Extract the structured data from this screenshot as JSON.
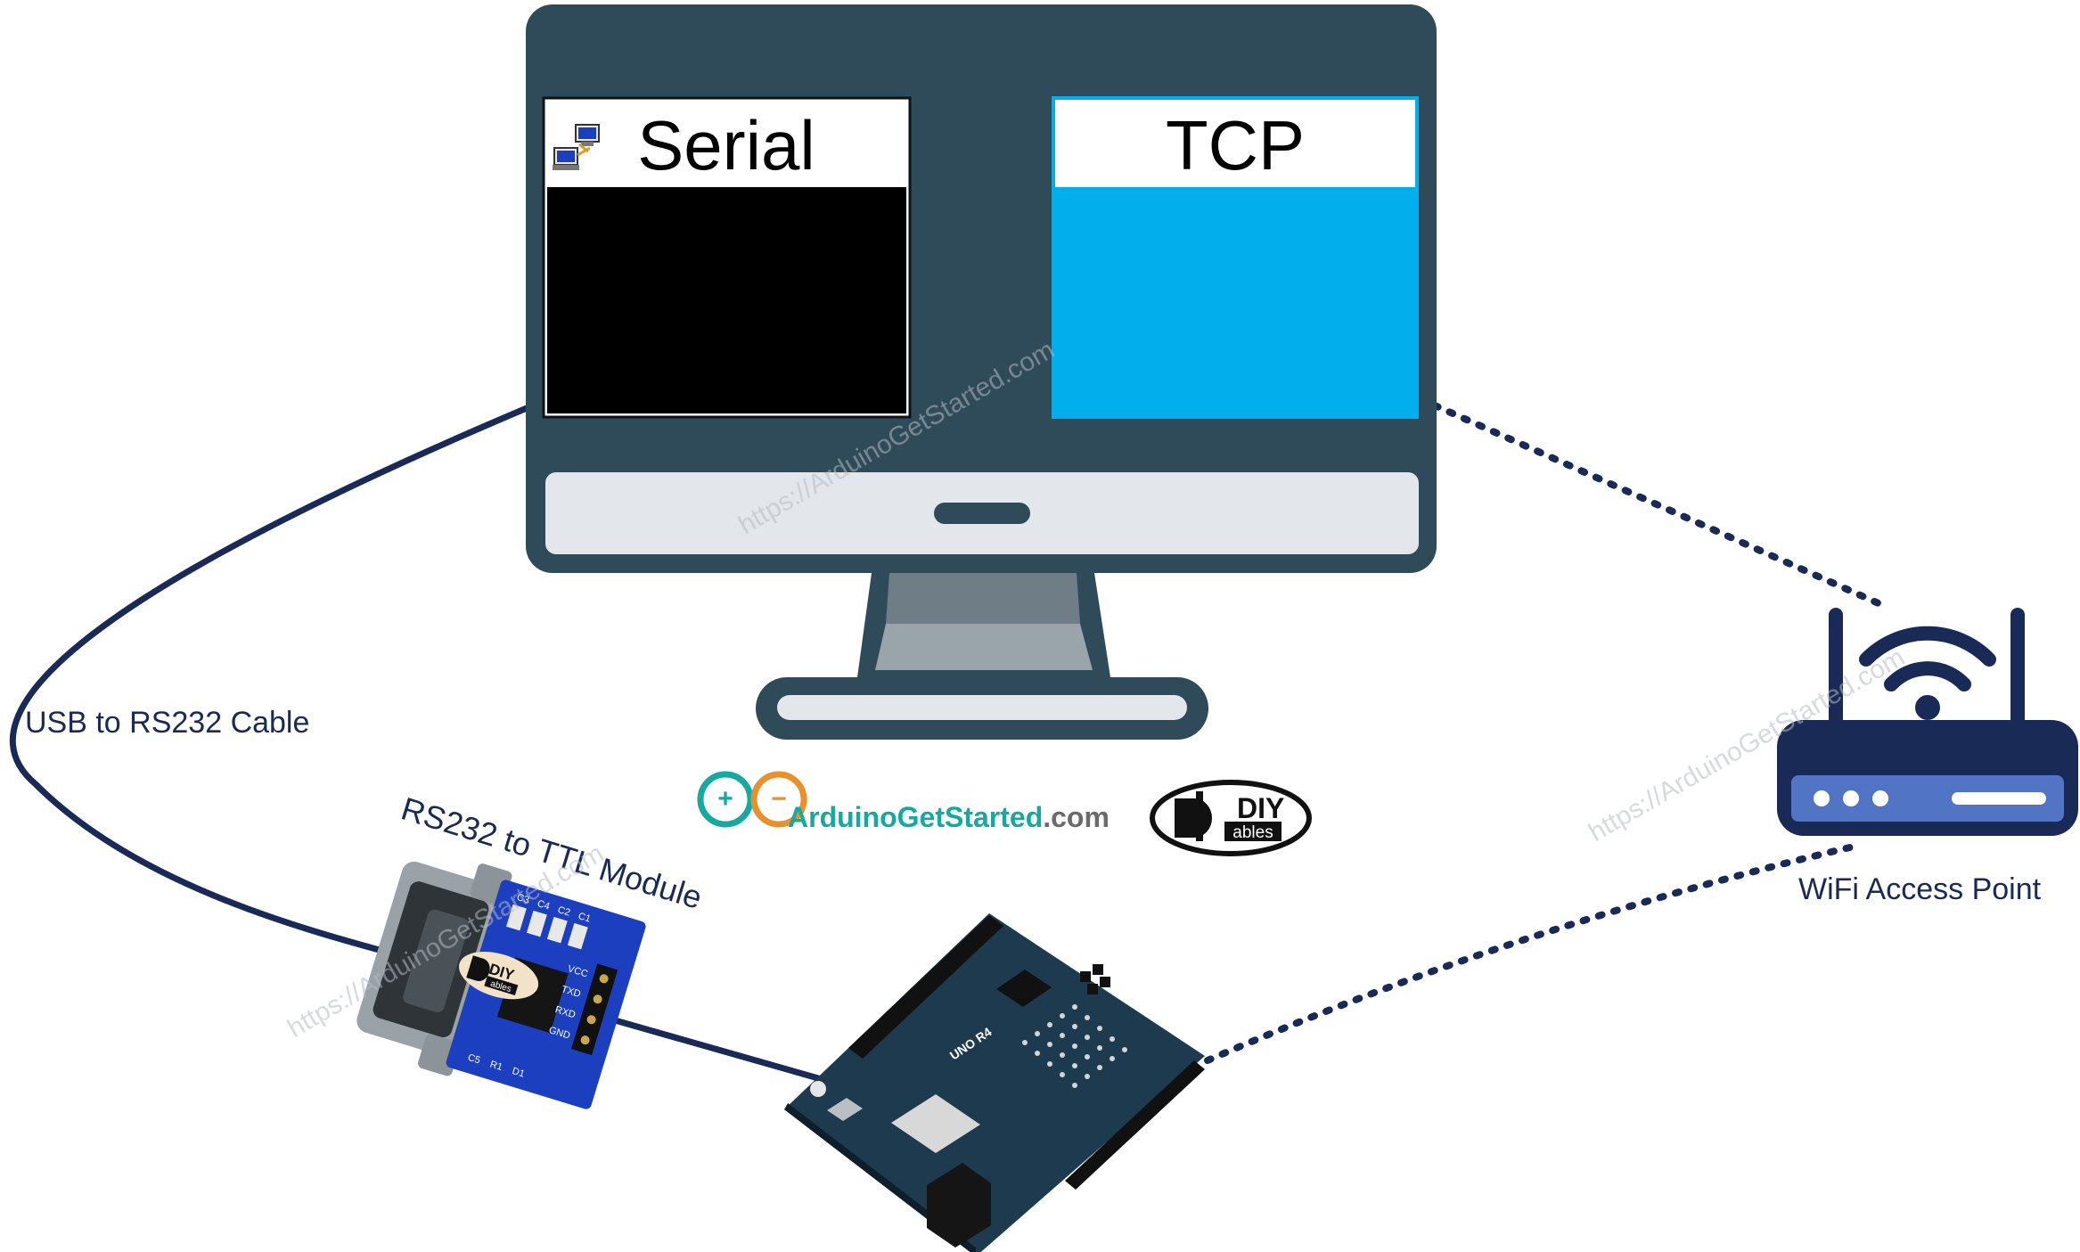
{
  "monitor": {
    "serial_title": "Serial",
    "tcp_title": "TCP",
    "colors": {
      "bezel": "#2f4a59",
      "chin": "#e3e6ea",
      "serial_body": "#000000",
      "tcp_body": "#03aeec"
    }
  },
  "labels": {
    "cable": "USB to RS232 Cable",
    "module": "RS232 to TTL Module",
    "access_point": "WiFi Access Point"
  },
  "logos": {
    "ags_text_1": "ArduinoGetStarted",
    "ags_text_2": ".com",
    "diy_top": "DIY",
    "diy_bottom": "ables"
  },
  "module_silkscreen": {
    "caps": [
      "C3",
      "C4",
      "C2",
      "C1"
    ],
    "pins": [
      "VCC",
      "TXD",
      "RXD",
      "GND"
    ],
    "bottom": [
      "C5",
      "R1",
      "D1"
    ]
  },
  "board_marks": {
    "uno": "UNO R4"
  },
  "watermark": "https://ArduinoGetStarted.com",
  "colors": {
    "cable": "#1a2a57",
    "router": "#1a2a57",
    "router_panel": "#5274c4",
    "module_pcb": "#1c3fbf",
    "arduino_pcb": "#1d3a4f"
  }
}
